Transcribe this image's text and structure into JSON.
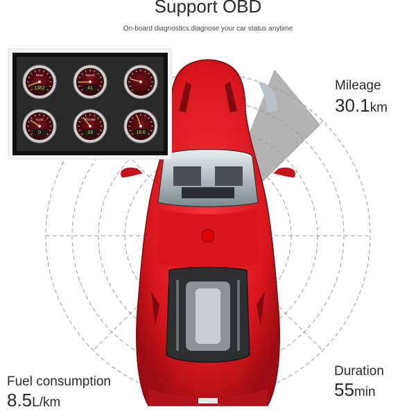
{
  "header": {
    "title": "Support OBD",
    "subtitle": "On-board diagnostics:diagnose your car status anytime"
  },
  "metrics": {
    "mileage": {
      "label": "Mileage",
      "value": "30.1",
      "unit": "km"
    },
    "duration": {
      "label": "Duration",
      "value": "55",
      "unit": "min"
    },
    "fuel": {
      "label": "Fuel consumption",
      "value": "8.5",
      "unit": "L/km"
    }
  },
  "gauges": [
    {
      "label": "Revs",
      "readout": "1362"
    },
    {
      "label": "Speed",
      "readout": "41"
    },
    {
      "label": "",
      "readout": ""
    },
    {
      "label": "Accel",
      "readout": "0"
    },
    {
      "label": "Throttle",
      "readout": "33"
    },
    {
      "label": "",
      "readout": "18.6"
    }
  ],
  "colors": {
    "car_body": "#e01b22",
    "car_shadow": "#9c0c12",
    "gauge_face": "#5a0c10",
    "center_dot": "#e00000",
    "sweep": "#9a9a9a"
  }
}
